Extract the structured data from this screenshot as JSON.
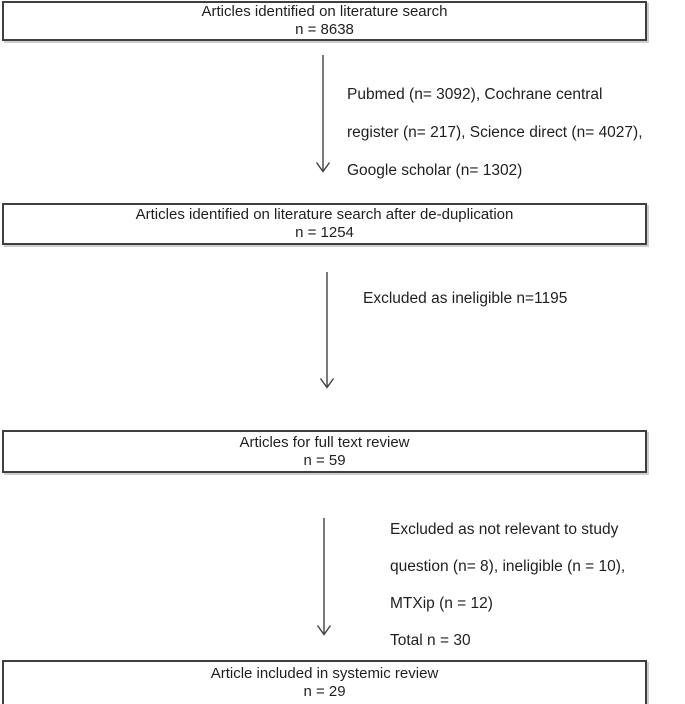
{
  "flow": {
    "boxes": [
      {
        "id": "identified",
        "line1": "Articles identified on literature search",
        "line2": "n = 8638"
      },
      {
        "id": "dedup",
        "line1": "Articles identified on literature search after de-duplication",
        "line2": "n = 1254"
      },
      {
        "id": "fulltext",
        "line1": "Articles for full text review",
        "line2": "n = 59"
      },
      {
        "id": "included",
        "line1": "Article included in systemic review",
        "line2": "n = 29"
      }
    ],
    "annotations": [
      {
        "id": "sources",
        "lines": [
          "Pubmed (n= 3092), Cochrane central",
          "register (n= 217), Science direct (n= 4027),",
          "Google scholar (n= 1302)"
        ]
      },
      {
        "id": "excluded-ineligible",
        "lines": [
          "Excluded as ineligible n=1195"
        ]
      },
      {
        "id": "exclusion-reasons",
        "lines": [
          "Excluded as not relevant to study",
          "question (n= 8), ineligible (n = 10),",
          "MTXip (n = 12)",
          "Total n = 30"
        ]
      }
    ],
    "colors": {
      "box_border": "#3f3f3f",
      "arrow": "#404040",
      "text": "#1f1f1f",
      "background": "#ffffff"
    }
  }
}
